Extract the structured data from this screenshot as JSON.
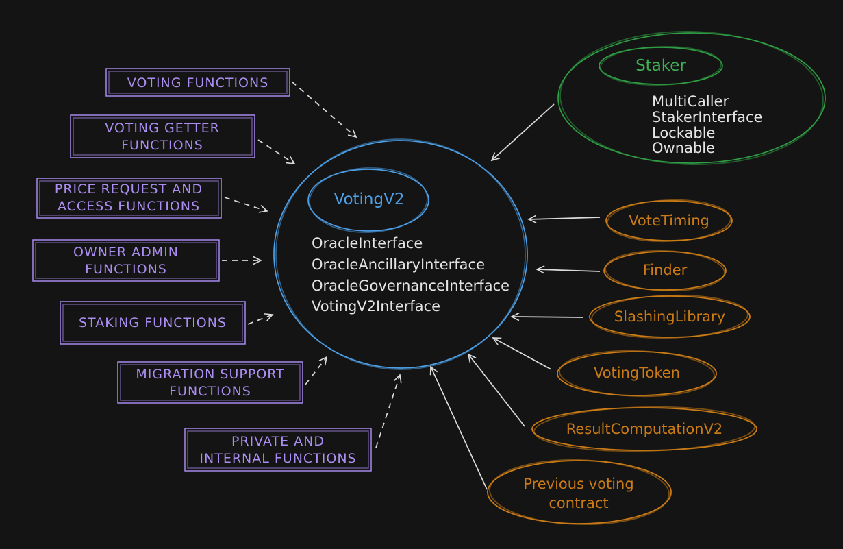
{
  "colors": {
    "background": "#141414",
    "purple": "#ab8ef1",
    "blue": "#4d9fe6",
    "green": "#2f9e44",
    "orange": "#ca7b16",
    "text_white": "#e4e4e4"
  },
  "function_groups": [
    {
      "lines": [
        "VOTING FUNCTIONS"
      ]
    },
    {
      "lines": [
        "VOTING GETTER",
        "FUNCTIONS"
      ]
    },
    {
      "lines": [
        "PRICE REQUEST AND",
        "ACCESS FUNCTIONS"
      ]
    },
    {
      "lines": [
        "OWNER ADMIN",
        "FUNCTIONS"
      ]
    },
    {
      "lines": [
        "STAKING FUNCTIONS"
      ]
    },
    {
      "lines": [
        "MIGRATION SUPPORT",
        "FUNCTIONS"
      ]
    },
    {
      "lines": [
        "PRIVATE AND",
        "INTERNAL FUNCTIONS"
      ]
    }
  ],
  "central_contract": {
    "name": "VotingV2",
    "interfaces": [
      "OracleInterface",
      "OracleAncillaryInterface",
      "OracleGovernanceInterface",
      "VotingV2Interface"
    ]
  },
  "staker_contract": {
    "name": "Staker",
    "inherits": [
      "MultiCaller",
      "StakerInterface",
      "Lockable",
      "Ownable"
    ]
  },
  "dependency_contracts": [
    {
      "lines": [
        "VoteTiming"
      ]
    },
    {
      "lines": [
        "Finder"
      ]
    },
    {
      "lines": [
        "SlashingLibrary"
      ]
    },
    {
      "lines": [
        "VotingToken"
      ]
    },
    {
      "lines": [
        "ResultComputationV2"
      ]
    },
    {
      "lines": [
        "Previous voting",
        "contract"
      ]
    }
  ]
}
